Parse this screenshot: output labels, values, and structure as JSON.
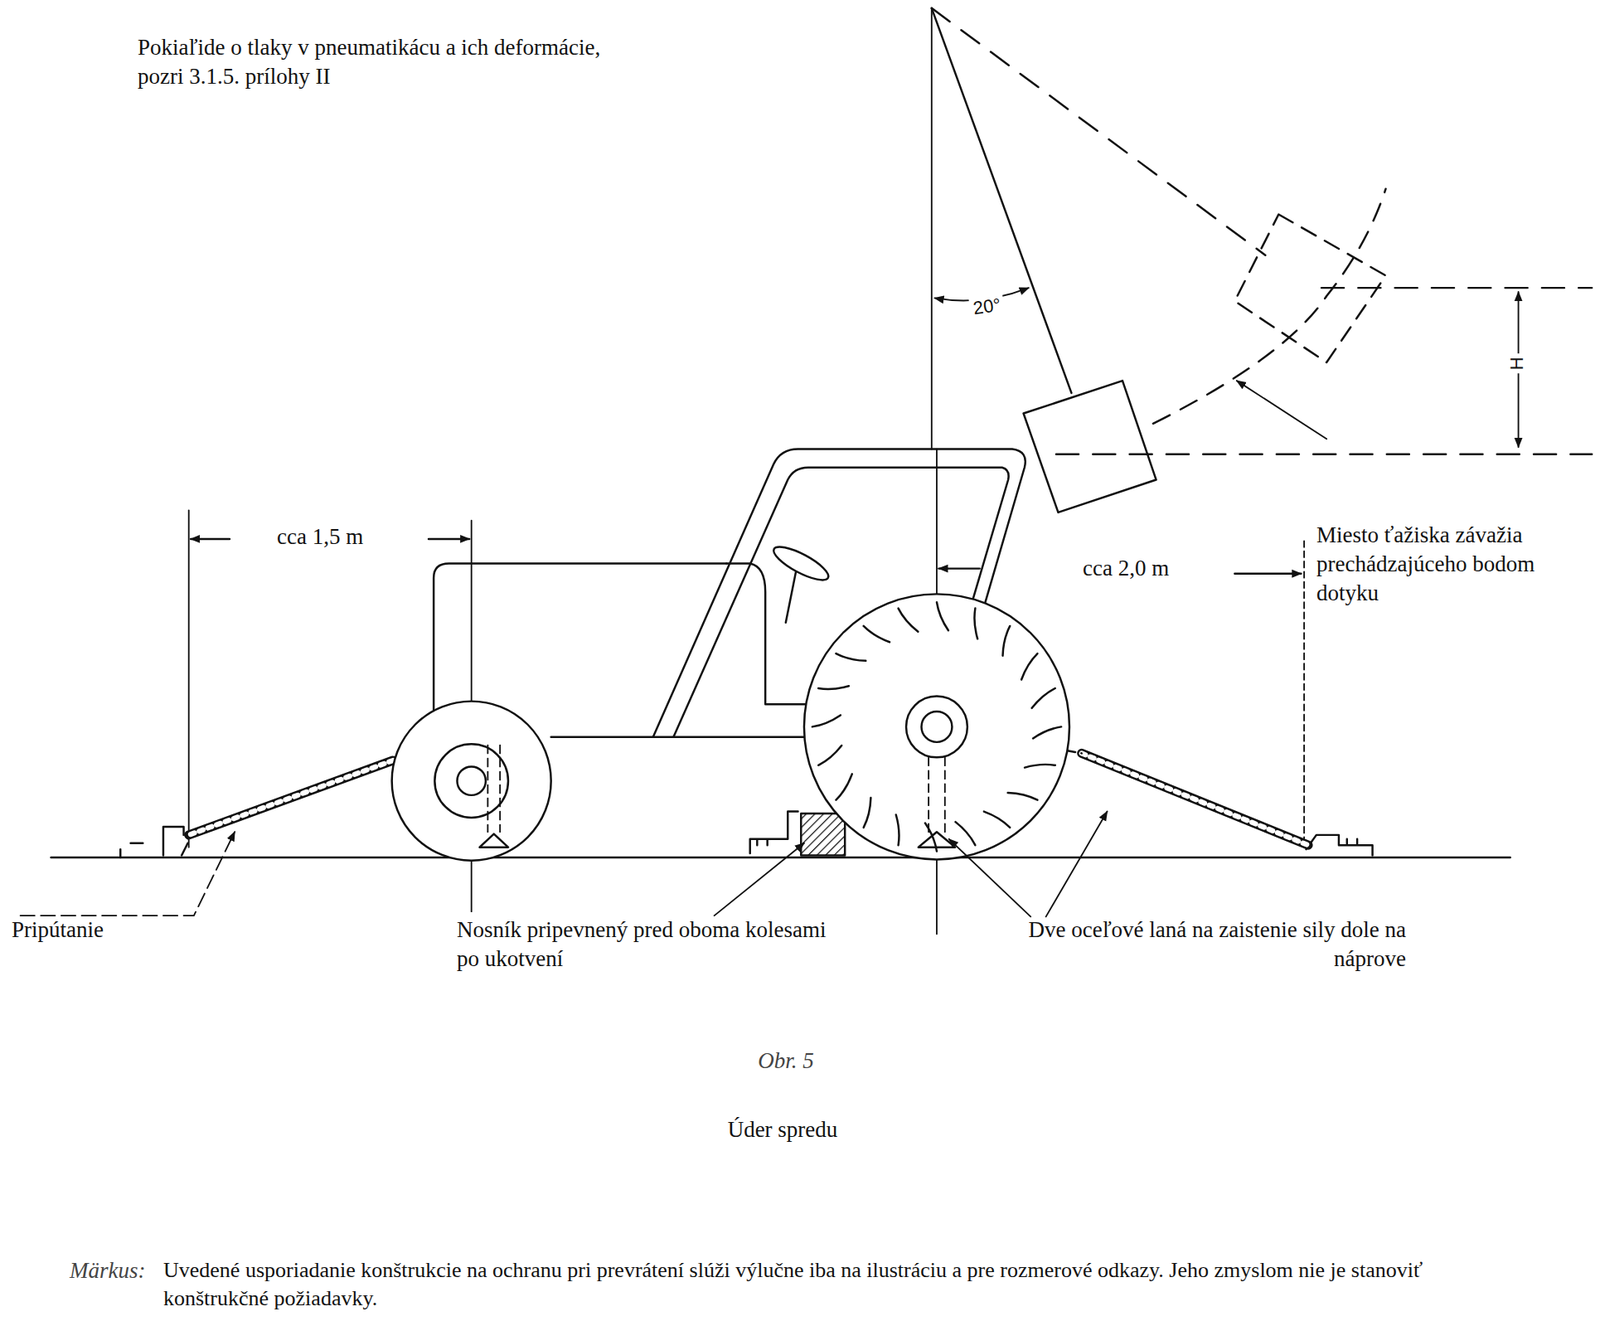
{
  "diagram": {
    "caption": "Úder spredu",
    "labels": [
      "Pokiaľide o tlaky v pneumatikácu a ich deformácie, pozri 3.1.5. prílohy II",
      "20°",
      "H",
      "cca 1,5 m",
      "cca 2,0 m",
      "Miesto ťažiska závažia prechádzajúceho bodom dotyku",
      "Pripútanie",
      "Nosník pripevnený pred oboma kolesami po ukotvení",
      "Dve oceľové laná na zaistenie sily dole na náprove",
      "Obr. 5",
      "Märkus:",
      "Uvedené usporiadanie konštrukcie na ochranu pri prevrátení slúži výlučne iba na ilustráciu a pre rozmerové odkazy. Jeho zmyslom nie je stanoviť konštrukčné požiadavky."
    ]
  }
}
